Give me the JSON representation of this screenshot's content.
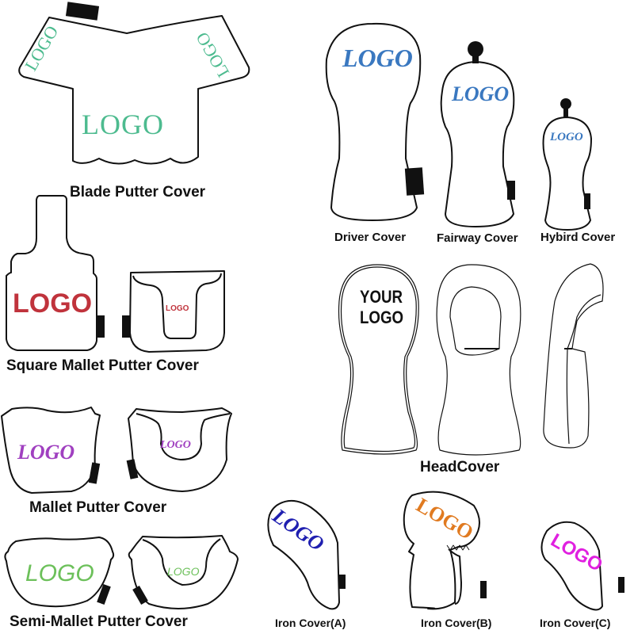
{
  "labels": {
    "blade": "Blade Putter Cover",
    "square_mallet": "Square Mallet Putter Cover",
    "mallet": "Mallet Putter Cover",
    "semi_mallet": "Semi-Mallet Putter Cover",
    "driver": "Driver Cover",
    "fairway": "Fairway Cover",
    "hybrid": "Hybird Cover",
    "headcover": "HeadCover",
    "iron_a": "Iron Cover(A)",
    "iron_b": "Iron Cover(B)",
    "iron_c": "Iron Cover(C)"
  },
  "logos": {
    "blade_main": "LOGO",
    "blade_left": "LOGO",
    "blade_right": "LOGO",
    "square_left": "LOGO",
    "square_right": "LOGO",
    "mallet_left": "LOGO",
    "mallet_right": "LOGO",
    "semi_left": "LOGO",
    "semi_right": "LOGO",
    "driver": "LOGO",
    "fairway": "LOGO",
    "hybrid": "LOGO",
    "headcover_line1": "YOUR",
    "headcover_line2": "LOGO",
    "iron_a": "LOGO",
    "iron_b": "LOGO",
    "iron_c": "LOGO"
  },
  "tag_text": "LOGO",
  "colors": {
    "blade": "#4dbb8f",
    "square": "#c0333c",
    "mallet": "#a040c0",
    "semi_mallet": "#6cc05a",
    "wood": "#3a78c0",
    "headcover": "#111111",
    "iron_a": "#1f1fb0",
    "iron_b": "#e07a20",
    "iron_c": "#e020e0",
    "outline": "#111111"
  }
}
